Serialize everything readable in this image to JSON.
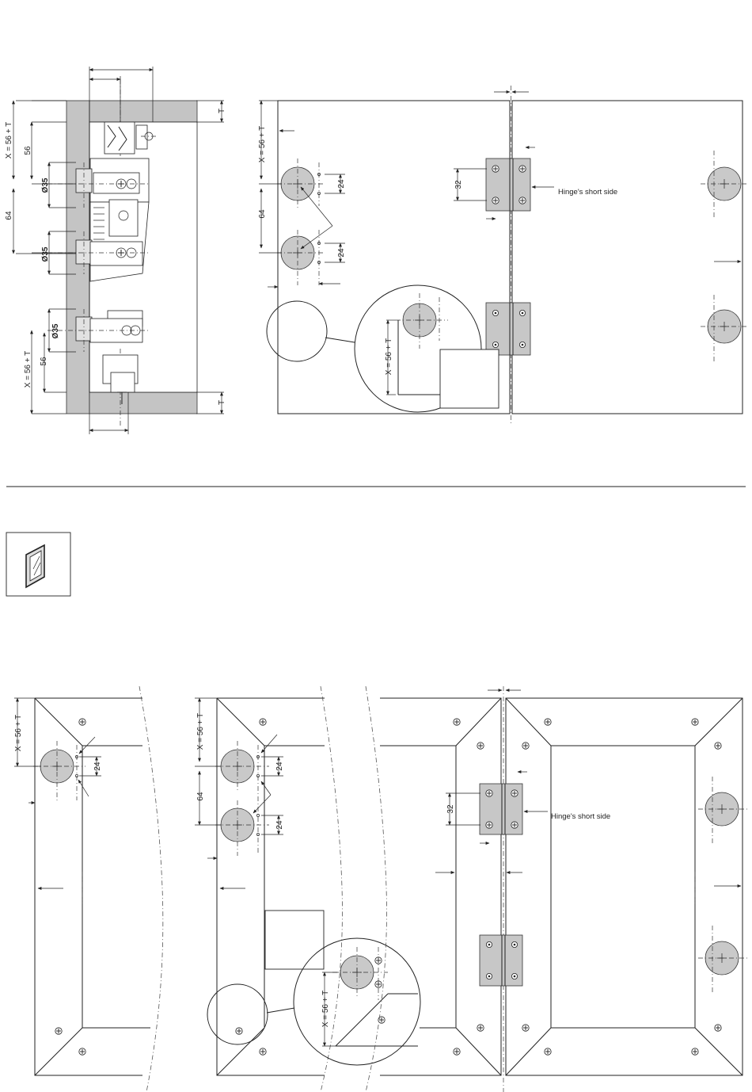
{
  "labels": {
    "x_formula": "X = 56 + T",
    "dim_56": "56",
    "dim_64": "64",
    "dim_24": "24",
    "dim_32": "32",
    "dim_t": "T",
    "dia_35": "Ø35",
    "hinge_short_side": "Hinge's short side"
  },
  "icons": {
    "glass_door": "glass-door-icon",
    "screw": "screw-icon"
  },
  "colors": {
    "line": "#222222",
    "fill_grey": "#c4c4c4",
    "background": "#ffffff"
  }
}
